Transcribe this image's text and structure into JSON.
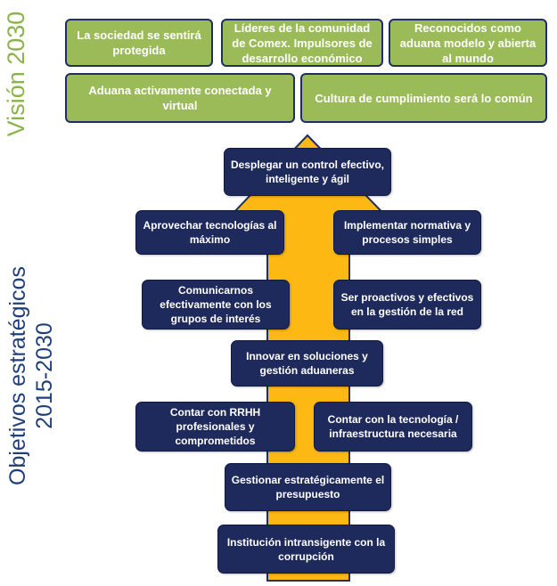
{
  "side_labels": {
    "vision": "Visión 2030",
    "objectives_line1": "Objetivos estratégicos",
    "objectives_line2": "2015-2030"
  },
  "vision_items": [
    "La sociedad se sentirá protegida",
    "Líderes de la comunidad de Comex. Impulsores de desarrollo económico",
    "Reconocidos como aduana modelo y abierta al mundo",
    "Aduana activamente conectada y virtual",
    "Cultura de cumplimiento será lo común"
  ],
  "objectives": [
    "Desplegar un control efectivo, inteligente y ágil",
    "Aprovechar tecnologías al máximo",
    "Implementar normativa y procesos simples",
    "Comunicarnos efectivamente con los grupos de interés",
    "Ser proactivos y efectivos en la gestión de la red",
    "Innovar en soluciones y gestión aduaneras",
    "Contar con RRHH profesionales y comprometidos",
    "Contar con la tecnología / infraestructura necesaria",
    "Gestionar estratégicamente el presupuesto",
    "Institución intransigente con la corrupción"
  ],
  "colors": {
    "vision_box": "#9bbb59",
    "objective_box": "#1f2a5c",
    "arrow": "#fdb813",
    "vision_label": "#8ab44a",
    "objectives_label": "#1f3f7a"
  }
}
